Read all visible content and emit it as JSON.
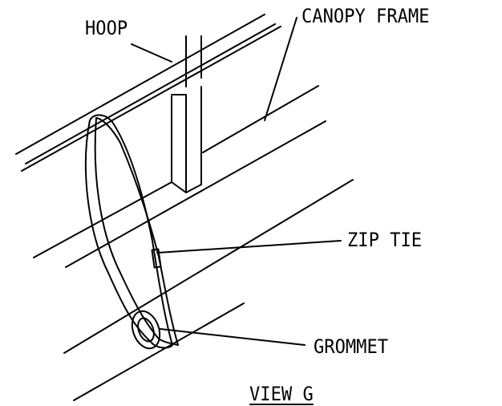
{
  "labels": {
    "hoop": "HOOP",
    "canopy_frame": "CANOPY FRAME",
    "zip_tie": "ZIP TIE",
    "grommet": "GROMMET",
    "view": "VIEW G"
  },
  "colors": {
    "background": "#ffffff",
    "ink": "#000000"
  }
}
